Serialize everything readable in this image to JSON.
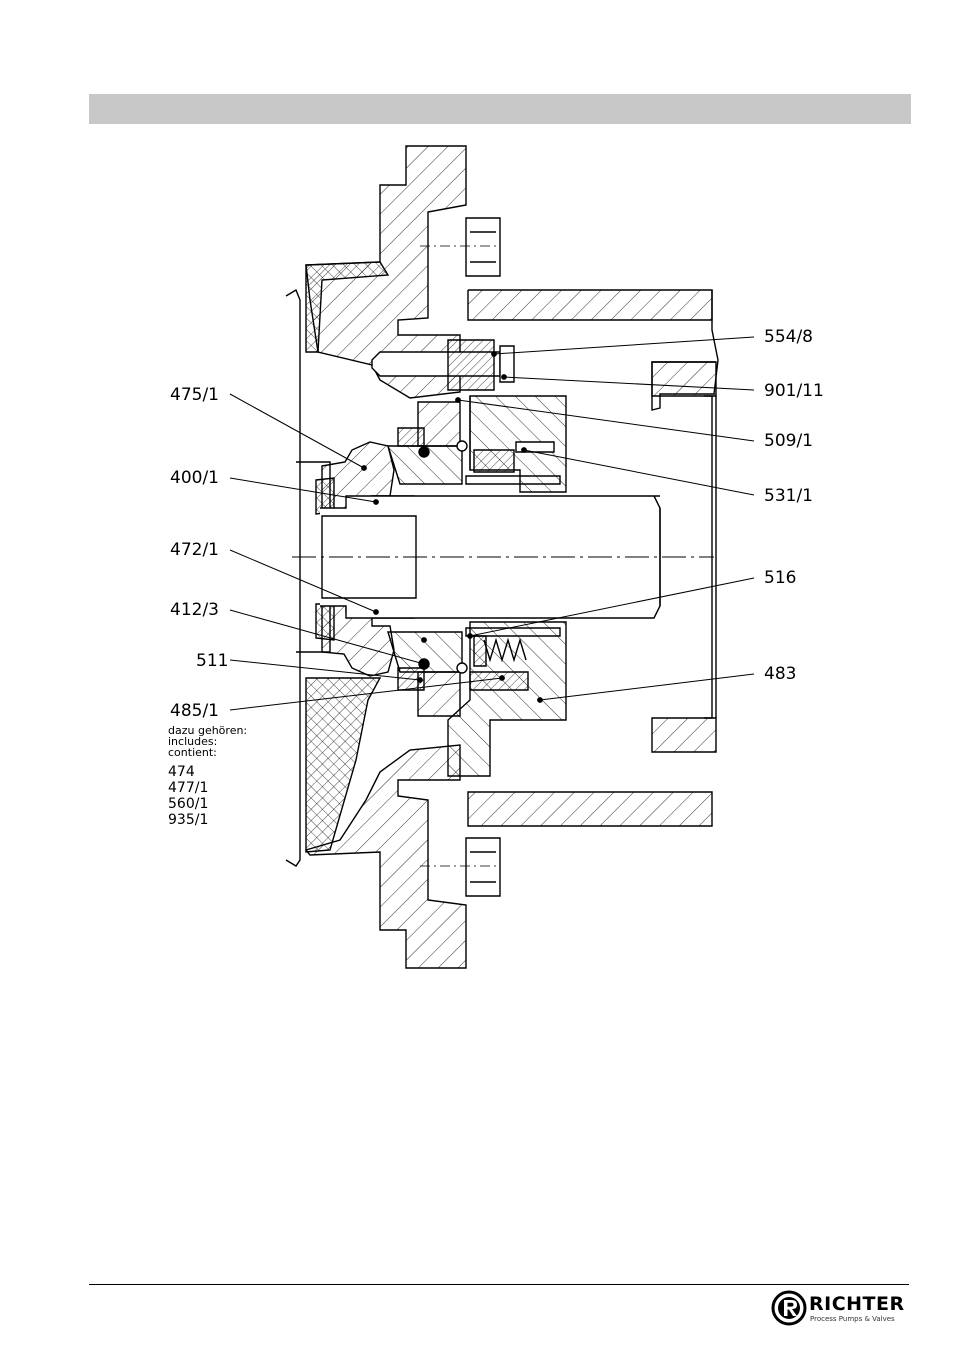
{
  "callouts_left": [
    {
      "id": "475-1",
      "text": "475/1"
    },
    {
      "id": "400-1",
      "text": "400/1"
    },
    {
      "id": "472-1",
      "text": "472/1"
    },
    {
      "id": "412-3",
      "text": "412/3"
    },
    {
      "id": "511",
      "text": "511"
    },
    {
      "id": "485-1",
      "text": "485/1"
    }
  ],
  "callouts_right": [
    {
      "id": "554-8",
      "text": "554/8"
    },
    {
      "id": "901-11",
      "text": "901/11"
    },
    {
      "id": "509-1",
      "text": "509/1"
    },
    {
      "id": "531-1",
      "text": "531/1"
    },
    {
      "id": "516",
      "text": "516"
    },
    {
      "id": "483",
      "text": "483"
    }
  ],
  "includes_note": {
    "line1": "dazu gehören:",
    "line2": "includes:",
    "line3": "contient:",
    "parts": [
      "474",
      "477/1",
      "560/1",
      "935/1"
    ]
  },
  "logo": {
    "name": "RICHTER",
    "tagline": "Process Pumps & Valves",
    "mark": "R"
  },
  "colors": {
    "header_bar": "#c8c8c8",
    "line": "#000000"
  }
}
